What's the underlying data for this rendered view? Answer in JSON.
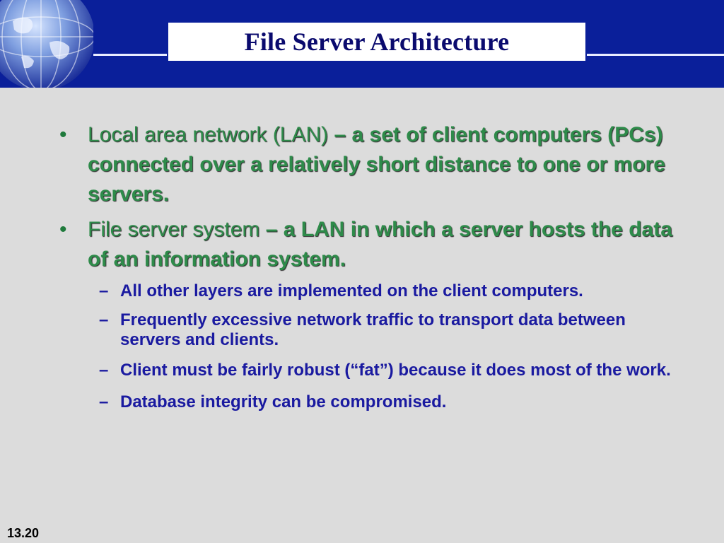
{
  "slide": {
    "title": "File Server Architecture",
    "page_number": "13.20"
  },
  "bullets": [
    {
      "term": "Local area network (LAN)",
      "definition": " – a set of client computers (PCs) connected over a relatively short distance to one or more servers."
    },
    {
      "term": "File server system",
      "definition": " – a LAN in which a server hosts the data of an information system."
    }
  ],
  "sub_bullets": [
    "All other layers are implemented on the client computers.",
    "Frequently excessive network traffic to transport data between servers and clients.",
    "Client must be fairly robust (“fat”) because it does most of the work.",
    "Database integrity can be compromised."
  ],
  "colors": {
    "header_blue": "#0a1f9a",
    "bullet_green": "#2e8b4a",
    "sub_bullet_blue": "#1a1aa0",
    "background": "#dcdcdc"
  },
  "icons": {
    "header_graphic": "globe-icon"
  }
}
